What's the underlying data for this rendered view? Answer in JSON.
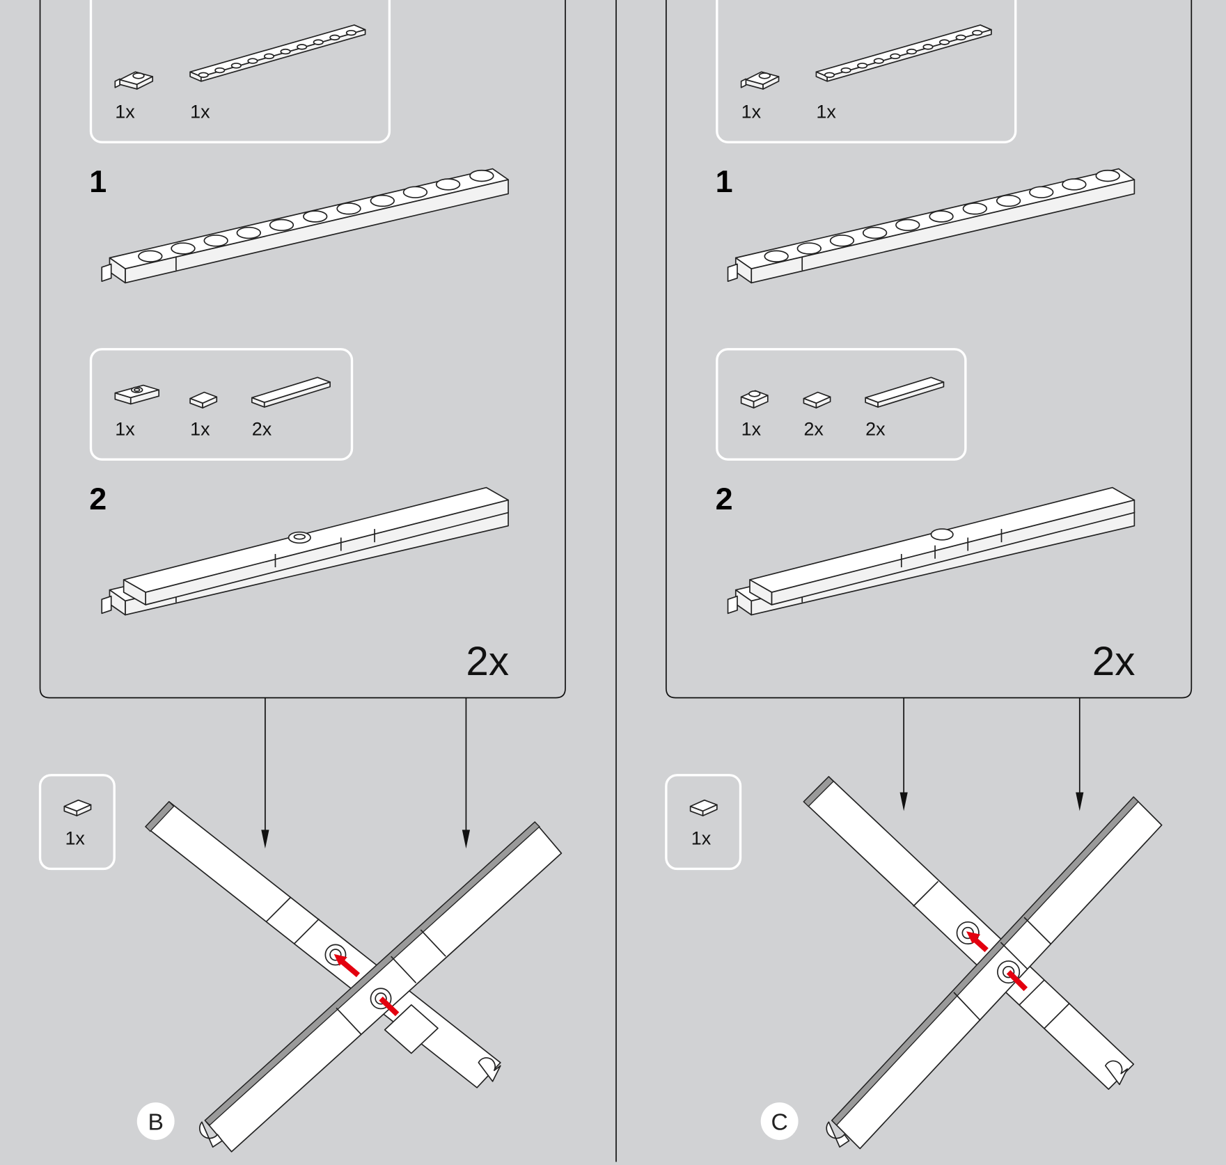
{
  "colors": {
    "background": "#d1d2d4",
    "arrow_red": "#e3000f"
  },
  "columns": [
    {
      "id": "B",
      "parts_list_1": [
        {
          "part": "plate-1x1-clip",
          "qty": "1x"
        },
        {
          "part": "plate-1x10",
          "qty": "1x"
        }
      ],
      "step_1": "1",
      "parts_list_2": [
        {
          "part": "plate-1x2-jumper",
          "qty": "1x"
        },
        {
          "part": "tile-1x1",
          "qty": "1x"
        },
        {
          "part": "tile-1x4",
          "qty": "2x"
        }
      ],
      "step_2": "2",
      "multiplier": "2x",
      "final_parts": [
        {
          "part": "tile-1x1",
          "qty": "1x"
        }
      ],
      "label": "B"
    },
    {
      "id": "C",
      "parts_list_1": [
        {
          "part": "plate-1x1-clip",
          "qty": "1x"
        },
        {
          "part": "plate-1x10",
          "qty": "1x"
        }
      ],
      "step_1": "1",
      "parts_list_2": [
        {
          "part": "plate-1x1-round",
          "qty": "1x"
        },
        {
          "part": "tile-1x1",
          "qty": "2x"
        },
        {
          "part": "tile-1x4",
          "qty": "2x"
        }
      ],
      "step_2": "2",
      "multiplier": "2x",
      "final_parts": [
        {
          "part": "tile-1x1",
          "qty": "1x"
        }
      ],
      "label": "C"
    }
  ]
}
